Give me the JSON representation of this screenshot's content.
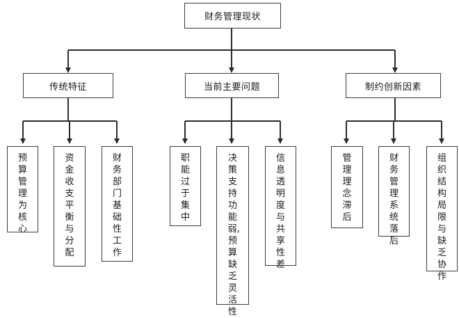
{
  "root": {
    "label": "财务管理现状"
  },
  "branches": [
    {
      "label": "传统特征",
      "children": [
        "预算管理为核心",
        "资金收支平衡与分配",
        "财务部门基础性工作"
      ]
    },
    {
      "label": "当前主要问题",
      "children": [
        "职能过于集中",
        "决策支持功能弱,预算缺乏灵活性",
        "信息透明度与共享性差"
      ]
    },
    {
      "label": "制约创新因素",
      "children": [
        "管理理念滞后",
        "财务管理系统落后",
        "组织结构局限与缺乏协作"
      ]
    }
  ]
}
